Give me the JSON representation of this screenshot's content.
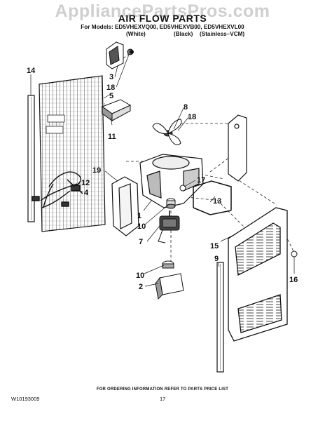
{
  "watermark": "AppliancePartsPros.com",
  "title": "AIR FLOW PARTS",
  "models_line": "For Models: ED5VHEXVQ00, ED5VHEXVB00, ED5VHEXVL00",
  "variants": {
    "white": "(White)",
    "black": "(Black)",
    "stainless": "(Stainless–VCM)"
  },
  "callouts": {
    "c1": "1",
    "c2": "2",
    "c3": "3",
    "c4": "4",
    "c5": "5",
    "c7": "7",
    "c8": "8",
    "c9": "9",
    "c10a": "10",
    "c10b": "10",
    "c11": "11",
    "c12": "12",
    "c13": "13",
    "c14": "14",
    "c15": "15",
    "c16": "16",
    "c17": "17",
    "c18a": "18",
    "c18b": "18",
    "c19": "19"
  },
  "footer": {
    "note": "FOR ORDERING INFORMATION REFER TO PARTS PRICE LIST",
    "doc_number": "W10193009",
    "page_number": "17"
  }
}
